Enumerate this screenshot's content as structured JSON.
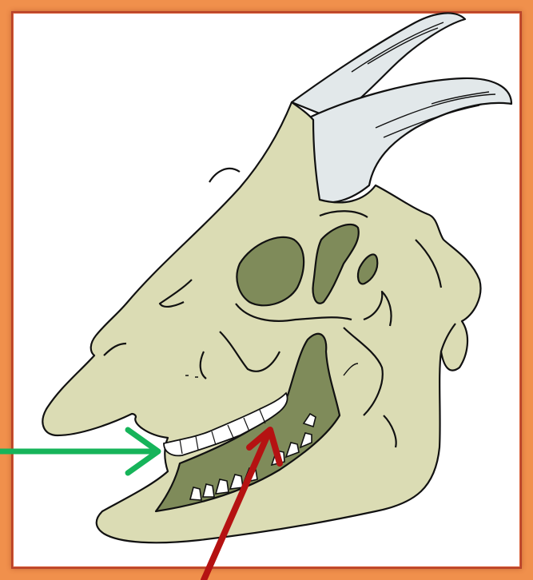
{
  "figure": {
    "subject": "goat-skull-illustration",
    "colors": {
      "frame": "#f0904c",
      "frame_border": "#b8432a",
      "panel": "#ffffff",
      "bone": "#dbdcb4",
      "cavity": "#7f8b5a",
      "horn": "#e2e8ea",
      "teeth": "#ffffff",
      "outline": "#111111",
      "green_arrow": "#16b45a",
      "red_arrow": "#b51212"
    },
    "arrows": [
      {
        "name": "green-arrow",
        "points_to": "upper-teeth",
        "color": "#16b45a"
      },
      {
        "name": "red-arrow",
        "points_to": "molar-row",
        "color": "#b51212"
      }
    ]
  }
}
